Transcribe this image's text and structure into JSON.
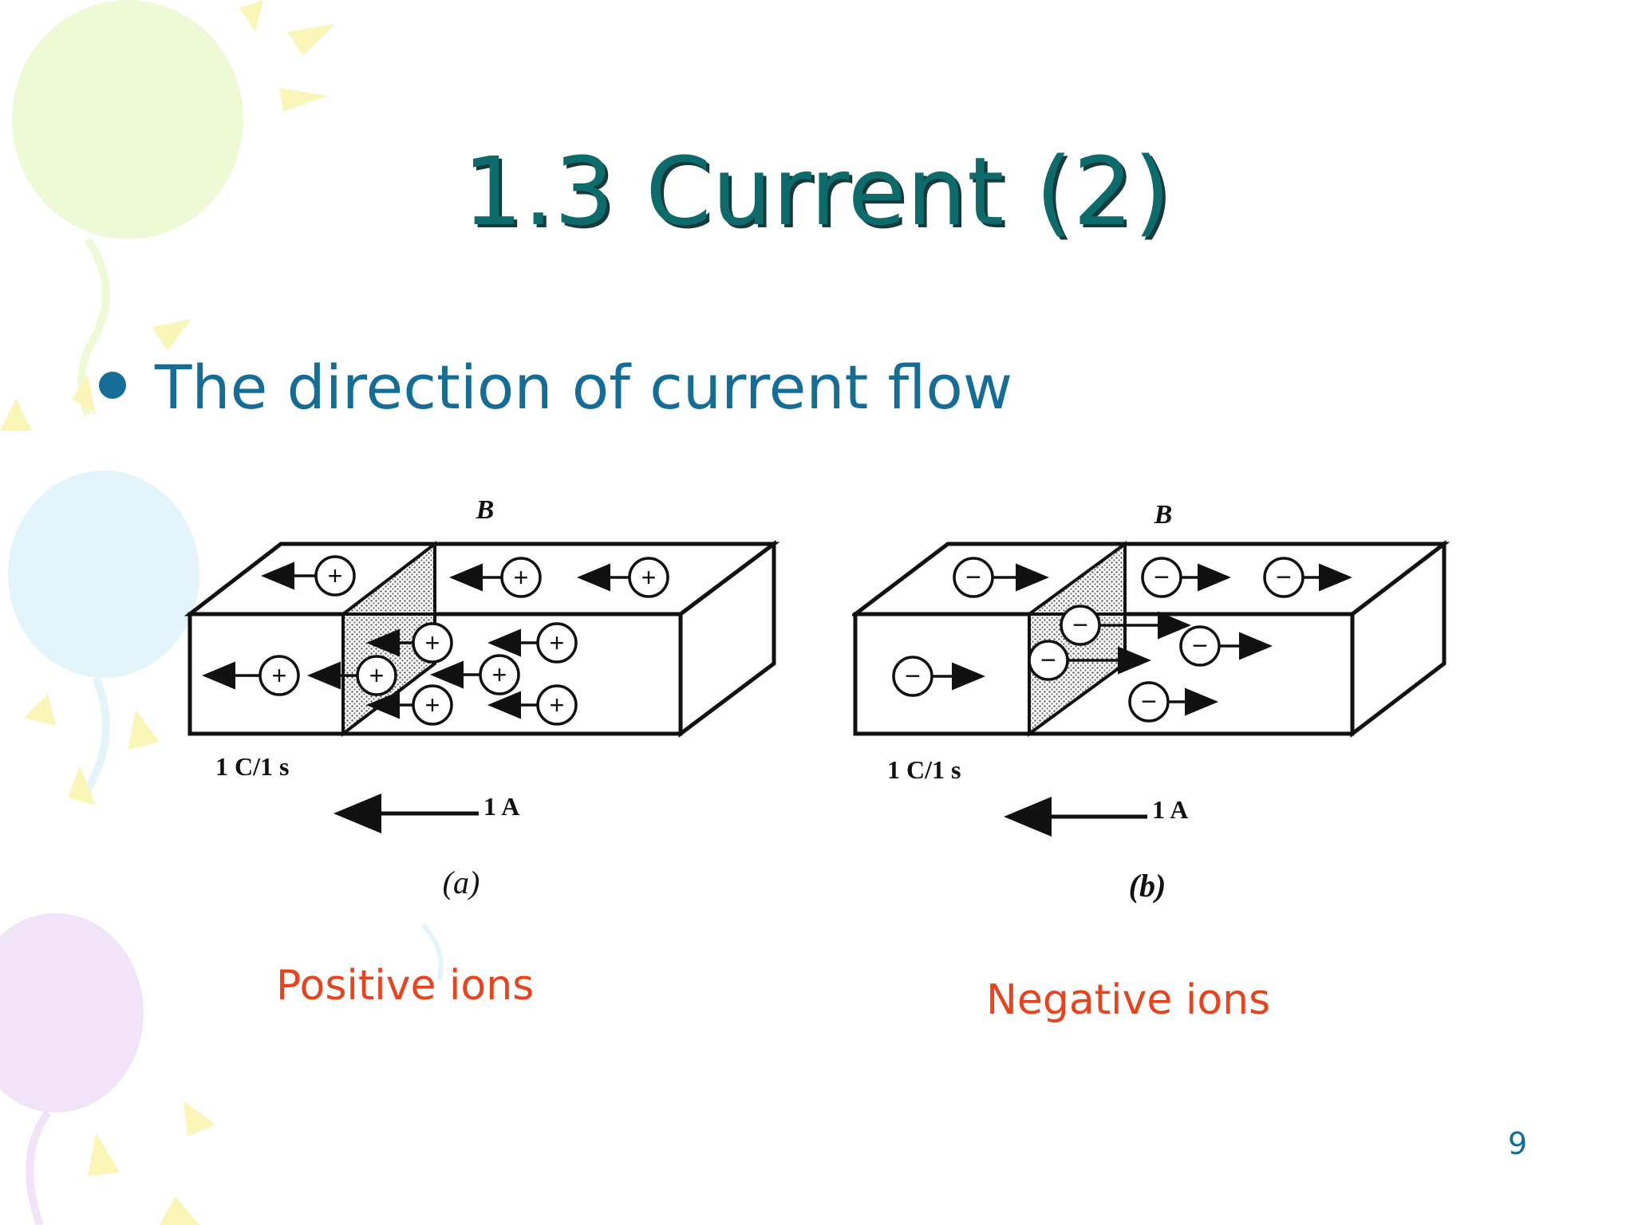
{
  "slide": {
    "title": "1.3 Current (2)",
    "bullet": "The direction of current flow",
    "page_number": "9"
  },
  "figure_a": {
    "top_label": "B",
    "charge_rate": "1 C/1 s",
    "current_label": "1 A",
    "sub_label": "(a)",
    "ion_sign": "+",
    "caption": "Positive ions"
  },
  "figure_b": {
    "top_label": "B",
    "charge_rate": "1 C/1 s",
    "current_label": "1 A",
    "sub_label": "(b)",
    "ion_sign": "−",
    "caption": "Negative ions"
  },
  "colors": {
    "title": "#0e6b6b",
    "title_shadow": "#16393b",
    "bullet": "#136d96",
    "caption": "#e8431c",
    "page_number": "#136d96"
  }
}
